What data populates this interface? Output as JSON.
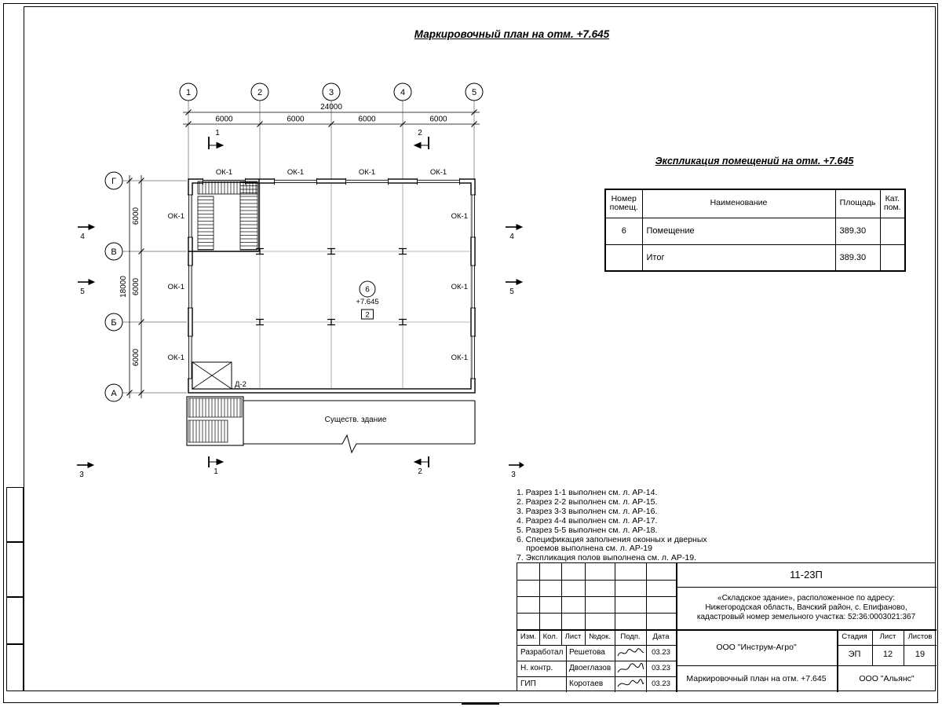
{
  "sheet": {
    "title": "Маркировочный план на отм. +7.645"
  },
  "plan": {
    "axes_top": [
      "1",
      "2",
      "3",
      "4",
      "5"
    ],
    "axes_left": [
      "Г",
      "В",
      "Б",
      "А"
    ],
    "dims": {
      "top_total": "24000",
      "top_seg": "6000",
      "left_total": "18000",
      "left_seg": "6000"
    },
    "labels": {
      "window": "ОК-1",
      "door": "Д-2",
      "existing": "Существ. здание"
    },
    "room_tag": {
      "number": "6",
      "elevation": "+7.645",
      "zone": "2"
    },
    "sections": {
      "s1": "1",
      "s2": "2",
      "s3": "3",
      "s4": "4",
      "s5": "5"
    }
  },
  "schedule": {
    "title": "Экспликация помещений на отм. +7.645",
    "headers": {
      "num": "Номер помещ.",
      "name": "Наименование",
      "area": "Площадь",
      "cat": "Кат. пом."
    },
    "rows": [
      {
        "num": "6",
        "name": "Помещение",
        "area": "389.30",
        "cat": ""
      },
      {
        "num": "",
        "name": "Итог",
        "area": "389.30",
        "cat": ""
      }
    ]
  },
  "notes": [
    "1. Разрез 1-1 выполнен см. л. АР-14.",
    "2. Разрез 2-2 выполнен см. л. АР-15.",
    "3. Разрез 3-3 выполнен см. л. АР-16.",
    "4. Разрез 4-4 выполнен см. л. АР-17.",
    "5. Разрез 5-5 выполнен см. л. АР-18.",
    "6. Спецификация заполнения оконных и дверных проемов выполнена см. л. АР-19",
    "7. Экспликация полов выполнена см. л. АР-19."
  ],
  "title_block": {
    "doc_number": "11-23П",
    "project_line1": "«Складское здание», расположенное по адресу:",
    "project_line2": "Нижегородская область, Вачский район, с. Епифаново,",
    "project_line3": "кадастровый номер земельного участка: 52:36:0003021:367",
    "rev_headers": {
      "izm": "Изм.",
      "kol": "Кол.",
      "list": "Лист",
      "ndok": "№док.",
      "podp": "Подп.",
      "data": "Дата"
    },
    "signatures": [
      {
        "role": "Разработал",
        "name": "Решетова",
        "date": "03.23"
      },
      {
        "role": "Н. контр.",
        "name": "Двоеглазов",
        "date": "03.23"
      },
      {
        "role": "ГИП",
        "name": "Коротаев",
        "date": "03.23"
      }
    ],
    "org": "ООО \"Инструм-Агро\"",
    "stage_label": "Стадия",
    "sheet_label": "Лист",
    "sheets_label": "Листов",
    "stage": "ЭП",
    "sheet_no": "12",
    "sheets_total": "19",
    "drawing_title": "Маркировочный план на отм. +7.645",
    "contractor": "ООО \"Альянс\""
  }
}
